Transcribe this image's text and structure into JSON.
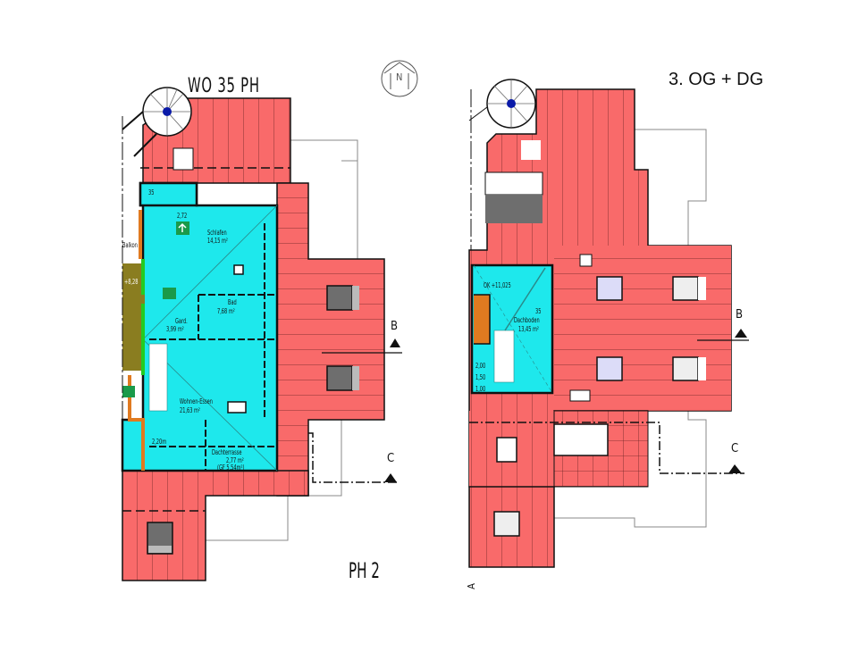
{
  "left_plan": {
    "title": "WO 35 PH",
    "footer_label": "PH 2",
    "rooms": [
      {
        "name": "Schlafen",
        "area": "14,15 m²"
      },
      {
        "name": "Bad",
        "area": "7,68 m²"
      },
      {
        "name": "Gard.",
        "area": "3,99 m²"
      },
      {
        "name": "Wohnen-Essen",
        "area": "21,63 m²"
      },
      {
        "name": "Dachterrasse",
        "area": "2,77 m²",
        "sub": "(GF 5,54m²)"
      },
      {
        "name": "Balkon",
        "area": ""
      }
    ],
    "labels": {
      "unit_tag": "35",
      "door_width": "2,72",
      "level": "+8,28",
      "stair_height": "2,20m",
      "section_b": "B",
      "section_c": "C"
    }
  },
  "right_plan": {
    "title": "3. OG + DG",
    "rooms": [
      {
        "name": "Dachboden",
        "area": "13,45 m²",
        "level": "OK +11,025"
      }
    ],
    "labels": {
      "unit_tag": "35",
      "section_a": "A",
      "section_b": "B",
      "section_c": "C",
      "heights": [
        "2,00",
        "1,50",
        "1,00"
      ]
    }
  },
  "north_arrow": {
    "label": "N"
  },
  "colors": {
    "roof": "#f96a6a",
    "apartment": "#1ee8ec",
    "balcony": "#8a7d20",
    "wall_orange": "#e07a20",
    "wall_green": "#22cc22",
    "skylight_gray": "#6e6e6e",
    "skylight_blue": "#dcdcf8",
    "outline": "#111111"
  }
}
